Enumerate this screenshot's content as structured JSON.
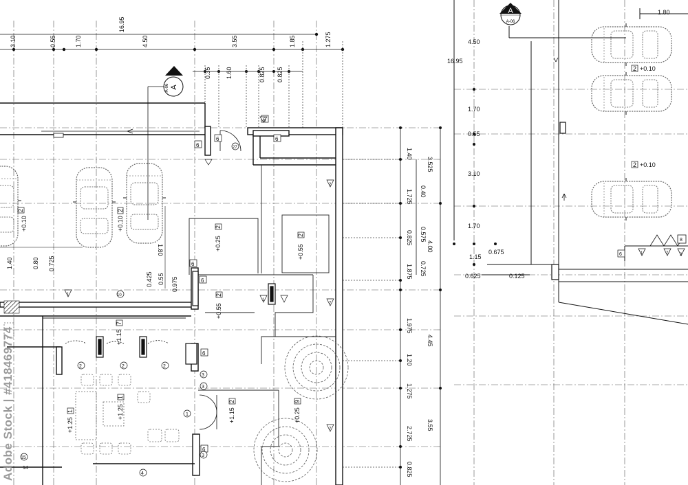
{
  "drawing": {
    "section_marker": {
      "letter": "A",
      "sheet": "A-06"
    },
    "level_tags": {
      "parking_left": {
        "num": "2",
        "elev": "+0.10"
      },
      "room_a": {
        "num": "2",
        "elev": "+0.25"
      },
      "room_b": {
        "num": "2",
        "elev": "+0.55"
      },
      "room_c": {
        "num": "2",
        "elev": "+0.55"
      },
      "living": {
        "num": "7",
        "elev": "+1.15"
      },
      "dining": {
        "num": "1",
        "elev": "+1.25"
      },
      "dining2": {
        "num": "1",
        "elev": "+1.25"
      },
      "hall": {
        "num": "2",
        "elev": "+1.15"
      },
      "terrace": {
        "num": "9",
        "elev": "+0.25"
      },
      "parking_right_top": {
        "num": "2",
        "elev": "+0.10"
      },
      "parking_right_mid": {
        "num": "2",
        "elev": "+0.10"
      }
    },
    "top_dims": {
      "overall": "16.95",
      "row1": [
        "3.10",
        "0.55",
        "1.70",
        "4.50",
        "3.55",
        "1.85",
        "1.275"
      ],
      "row2": [
        "0.35",
        "1.60",
        "0.825",
        "0.825"
      ]
    },
    "right_dims": {
      "col1": [
        "1.40",
        "1.725",
        "0.825",
        "1.875",
        "1.975",
        "1.20",
        "1.275",
        "2.725",
        "0.825"
      ],
      "col2": [
        "0.40",
        "0.575",
        "0.725"
      ],
      "col3": [
        "3.525",
        "4.00",
        "4.45",
        "3.55"
      ]
    },
    "left_dims": [
      "1.40",
      "0.80",
      "0.725",
      "1.80",
      "0.425",
      "0.55",
      "0.975"
    ],
    "right_section_dims": {
      "vertical": [
        "4.50",
        "1.70",
        "0.55",
        "3.10",
        "1.70",
        "1.15"
      ],
      "overall": "16.95",
      "top": "1.80",
      "misc": [
        "0.675",
        "0.625",
        "0.125"
      ]
    },
    "door_tags": [
      "6",
      "6",
      "6",
      "6",
      "6",
      "6",
      "6",
      "6",
      "27",
      "2",
      "2",
      "7",
      "7",
      "1",
      "1",
      "10",
      "2",
      "2",
      "2",
      "3",
      "3",
      "3",
      "4",
      "14",
      "15",
      "1",
      "6",
      "8",
      "2",
      "7",
      "1"
    ]
  },
  "watermark": {
    "text": "Adobe Stock | #418469774"
  },
  "colors": {
    "line": "#111111",
    "dash": "#555555",
    "car": "#666666",
    "watermark": "#9a9a9a"
  }
}
